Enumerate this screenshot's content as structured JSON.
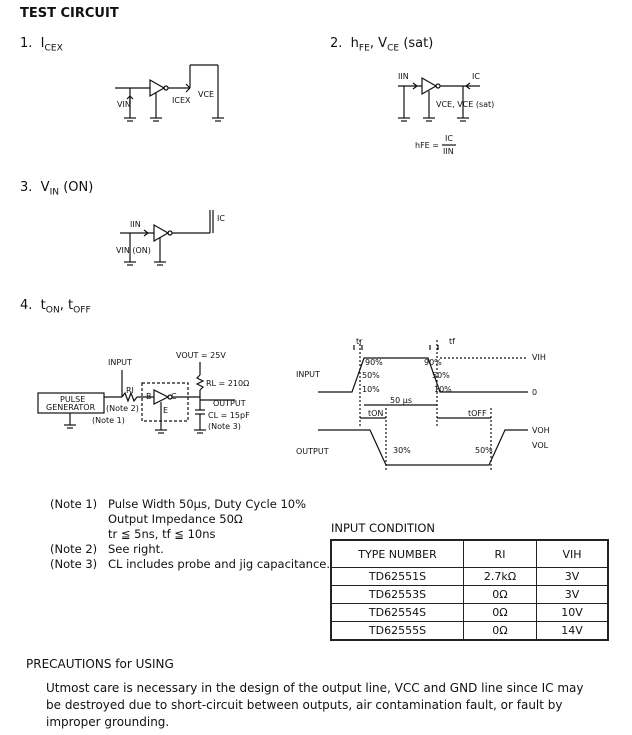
{
  "title": "TEST CIRCUIT",
  "sections": {
    "s1": {
      "num": "1.",
      "label": "I",
      "sub": "CEX"
    },
    "s2": {
      "num": "2.",
      "label": "h",
      "sub": "FE",
      "label2": ", V",
      "sub2": "CE",
      "tail": " (sat)"
    },
    "s3": {
      "num": "3.",
      "label": "V",
      "sub": "IN",
      "tail": " (ON)"
    },
    "s4": {
      "num": "4.",
      "label": "t",
      "sub": "ON",
      "label2": ", t",
      "sub2": "OFF"
    }
  },
  "c1": {
    "vin": "VIN",
    "icex": "ICEX",
    "vce": "VCE"
  },
  "c2": {
    "iin": "IIN",
    "ic": "IC",
    "vce": "VCE, VCE (sat)",
    "hfe": "hFE =",
    "num": "IC",
    "den": "IIN"
  },
  "c3": {
    "iin": "IIN",
    "vin": "VIN (ON)",
    "ic": "IC"
  },
  "c4": {
    "input": "INPUT",
    "vout": "VOUT = 25V",
    "rl": "RL = 210Ω",
    "output": "OUTPUT",
    "cl": "CL = 15pF",
    "note3": "(Note 3)",
    "pg1": "PULSE",
    "pg2": "GENERATOR",
    "note1": "(Note 1)",
    "note2": "(Note 2)",
    "ri": "RI",
    "b": "B",
    "c": "C",
    "e": "E"
  },
  "timing": {
    "input": "INPUT",
    "output": "OUTPUT",
    "p90a": "90%",
    "p90b": "90%",
    "p50a": "50%",
    "p50b": "50%",
    "p10a": "10%",
    "p10b": "10%",
    "width": "50 μs",
    "tr": "tr",
    "tf": "tf",
    "ton": "tON",
    "toff": "tOFF",
    "o30": "30%",
    "o50": "50%",
    "vih": "VIH",
    "zero": "0",
    "voh": "VOH",
    "vol": "VOL"
  },
  "notes": [
    {
      "tag": "(Note 1)",
      "text": "Pulse Width 50μs, Duty Cycle 10%"
    },
    {
      "tag": "",
      "text": "Output Impedance 50Ω"
    },
    {
      "tag": "",
      "text": "tr ≦ 5ns, tf ≦ 10ns"
    },
    {
      "tag": "(Note 2)",
      "text": "See right."
    },
    {
      "tag": "(Note 3)",
      "text": "CL includes probe and jig capacitance."
    }
  ],
  "input_condition": {
    "title": "INPUT CONDITION",
    "headers": [
      "TYPE NUMBER",
      "RI",
      "VIH"
    ],
    "rows": [
      [
        "TD62551S",
        "2.7kΩ",
        "3V"
      ],
      [
        "TD62553S",
        "0Ω",
        "3V"
      ],
      [
        "TD62554S",
        "0Ω",
        "10V"
      ],
      [
        "TD62555S",
        "0Ω",
        "14V"
      ]
    ]
  },
  "precautions": {
    "title": "PRECAUTIONS for USING",
    "body": "Utmost care is necessary in the design of the output line, VCC and GND line since IC may be destroyed due to short-circuit between outputs, air contamination fault, or fault by improper grounding."
  }
}
